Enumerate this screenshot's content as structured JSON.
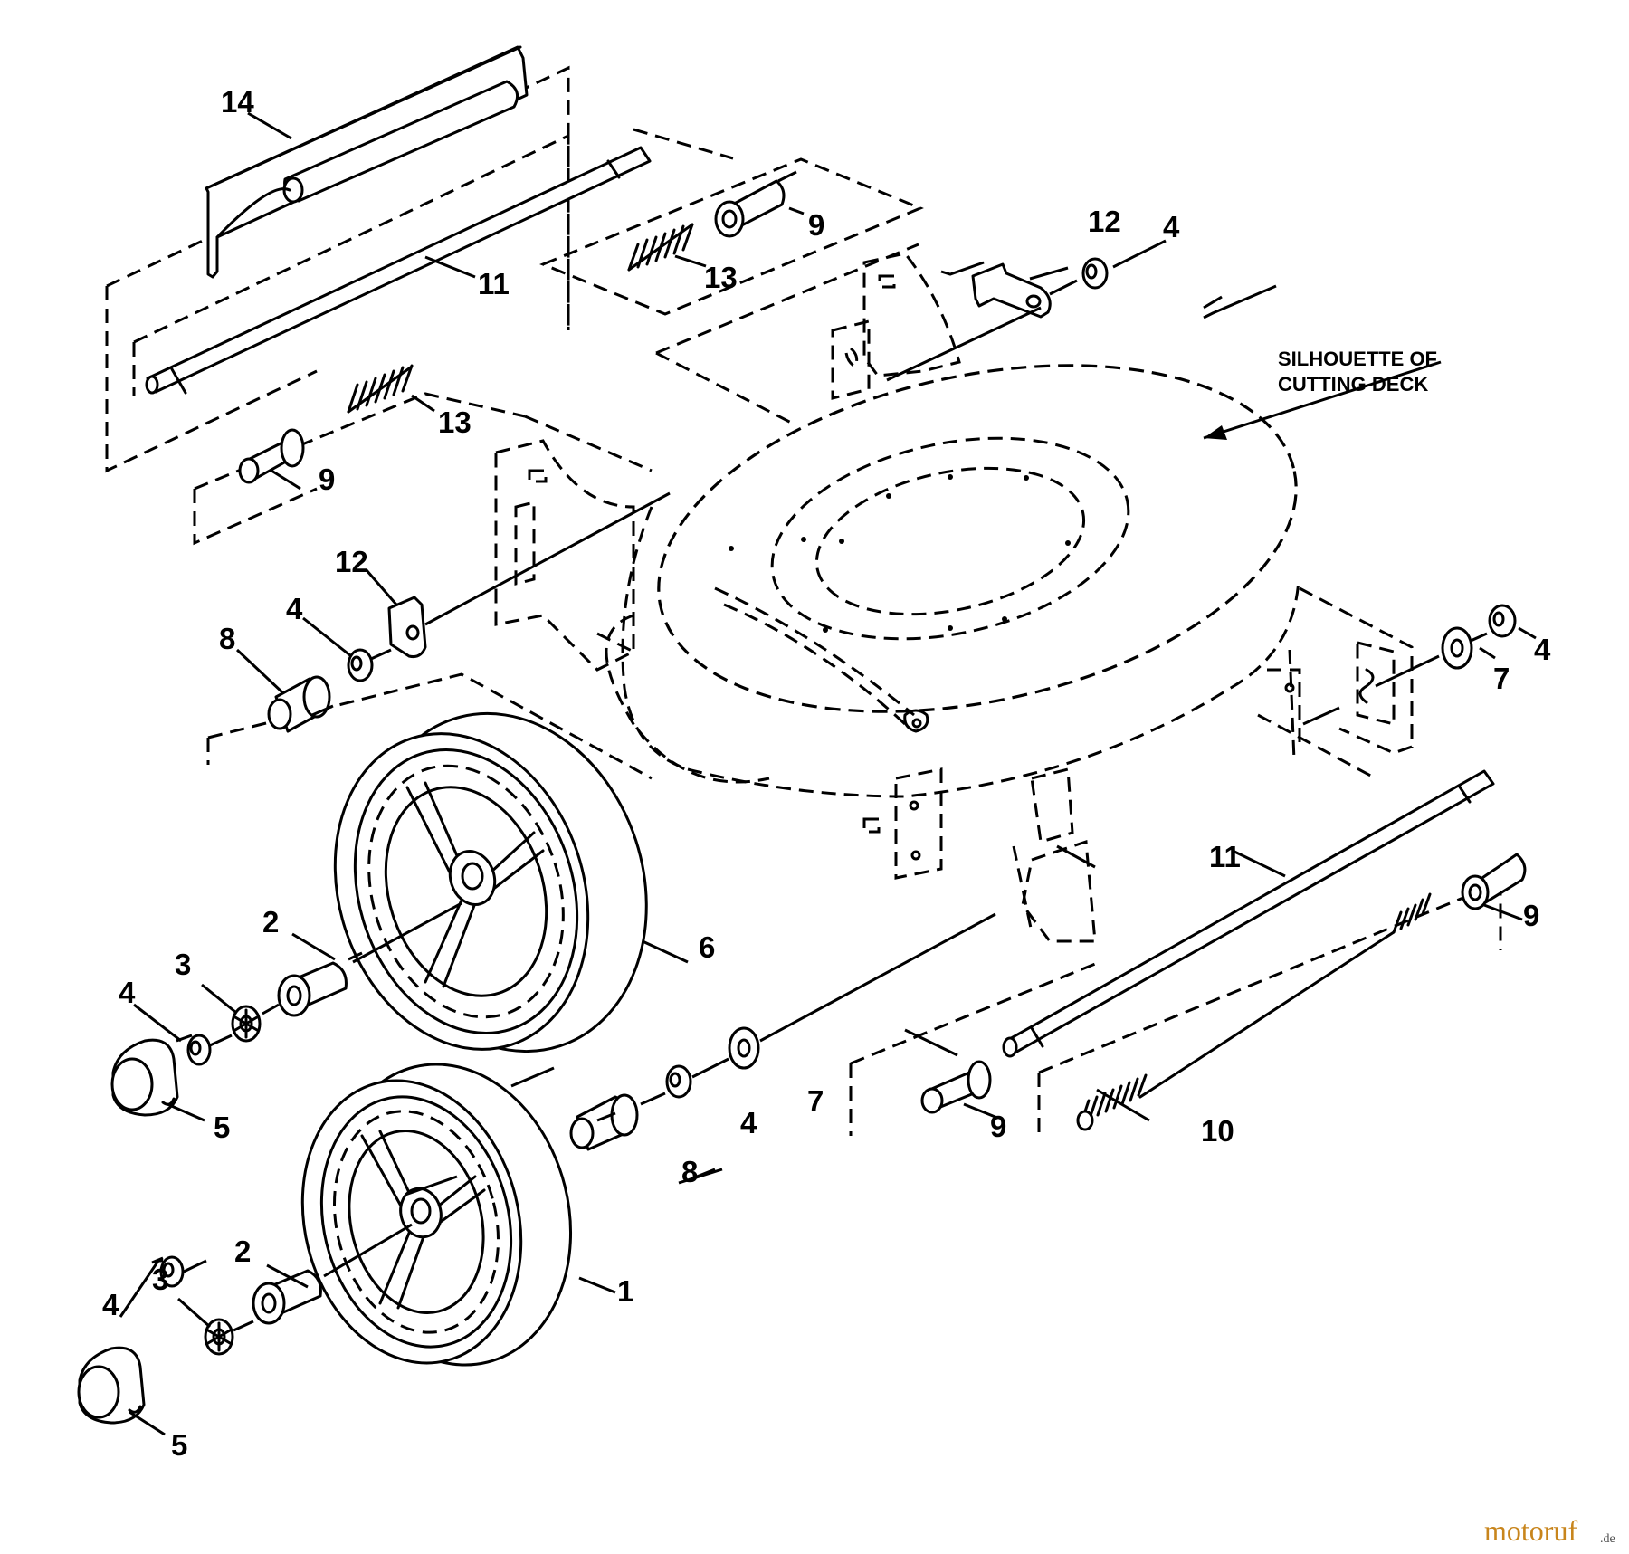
{
  "title": "Wheels and height adjusters parts diagram",
  "callout": {
    "line1": "SILHOUETTE OF",
    "line2": "CUTTING DECK"
  },
  "labels": {
    "p1": "1",
    "p2a": "2",
    "p2b": "2",
    "p3a": "3",
    "p3b": "3",
    "p4a": "4",
    "p4b": "4",
    "p4c": "4",
    "p4d": "4",
    "p4e": "4",
    "p4f": "4",
    "p5a": "5",
    "p5b": "5",
    "p6": "6",
    "p7a": "7",
    "p7b": "7",
    "p8a": "8",
    "p8b": "8",
    "p9a": "9",
    "p9b": "9",
    "p9c": "9",
    "p9d": "9",
    "p10": "10",
    "p11a": "11",
    "p11b": "11",
    "p12a": "12",
    "p12b": "12",
    "p13a": "13",
    "p13b": "13",
    "p14": "14"
  },
  "watermark": {
    "brand": "motoruf",
    "tld": ".de",
    "brand_color": "#c8851c"
  }
}
